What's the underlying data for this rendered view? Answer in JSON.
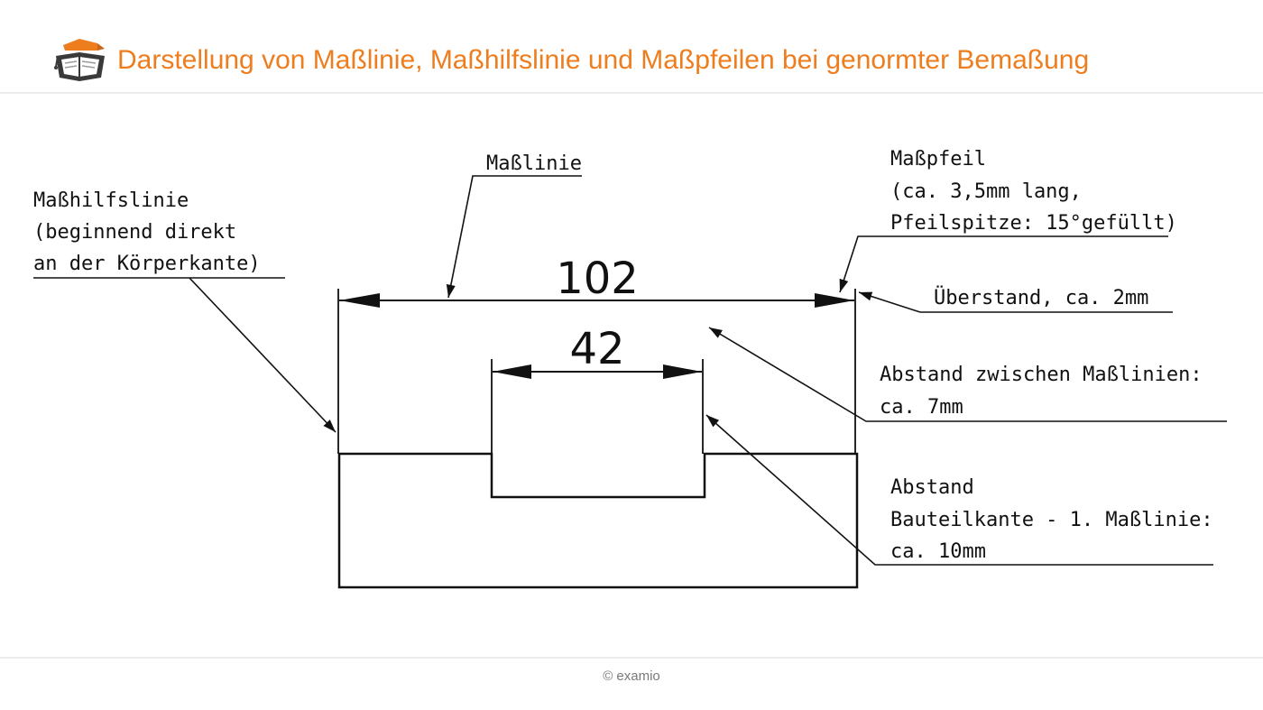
{
  "header": {
    "title": "Darstellung von Maßlinie, Maßhilfslinie und Maßpfeilen bei genormter Bemaßung",
    "title_color": "#ee7d1e",
    "logo_icon": "graduation-cap-book-icon"
  },
  "drawing": {
    "dimension_outer": "102",
    "dimension_inner": "42",
    "labels": {
      "masslinie": "Maßlinie",
      "masshilfslinie": [
        "Maßhilfslinie",
        "(beginnend direkt",
        "an der Körperkante)"
      ],
      "masspfeil": [
        "Maßpfeil",
        "(ca. 3,5mm lang,",
        "Pfeilspitze: 15°gefüllt)"
      ],
      "ueberstand": "Überstand, ca. 2mm",
      "abstand_masslinien": [
        "Abstand zwischen Maßlinien:",
        "ca. 7mm"
      ],
      "abstand_bauteilkante": [
        "Abstand",
        "Bauteilkante - 1. Maßlinie:",
        "ca. 10mm"
      ]
    }
  },
  "footer": {
    "copyright": "© examio"
  }
}
